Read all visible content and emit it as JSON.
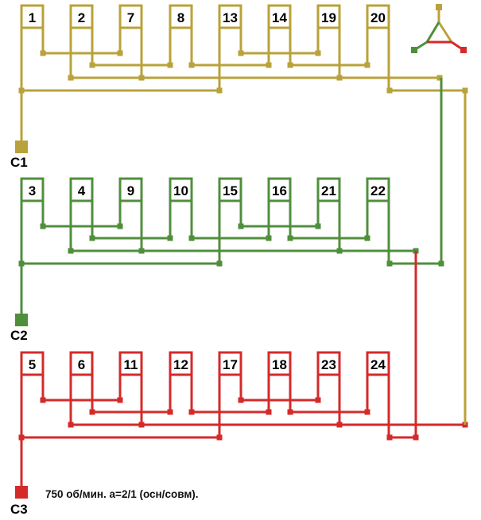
{
  "phases": [
    {
      "name": "phase-1",
      "color": "#b9a23a",
      "coils": [
        "1",
        "2",
        "7",
        "8",
        "13",
        "14",
        "19",
        "20"
      ],
      "lead_label": "C1"
    },
    {
      "name": "phase-2",
      "color": "#4f8f3c",
      "coils": [
        "3",
        "4",
        "9",
        "10",
        "15",
        "16",
        "21",
        "22"
      ],
      "lead_label": "C2"
    },
    {
      "name": "phase-3",
      "color": "#d42a2a",
      "coils": [
        "5",
        "6",
        "11",
        "12",
        "17",
        "18",
        "23",
        "24"
      ],
      "lead_label": "C3"
    }
  ],
  "caption": "750 об/мин. a=2/1 (осн/совм)."
}
